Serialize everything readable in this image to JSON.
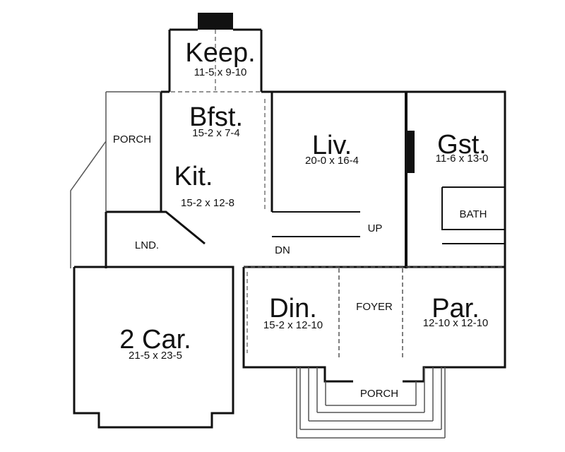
{
  "plan": {
    "rooms": {
      "keep": {
        "name": "Keep.",
        "dims": "11-5 x 9-10"
      },
      "bfst": {
        "name": "Bfst.",
        "dims": "15-2 x 7-4"
      },
      "kit": {
        "name": "Kit.",
        "dims": "15-2 x 12-8"
      },
      "liv": {
        "name": "Liv.",
        "dims": "20-0 x 16-4"
      },
      "gst": {
        "name": "Gst.",
        "dims": "11-6 x 13-0"
      },
      "din": {
        "name": "Din.",
        "dims": "15-2 x 12-10"
      },
      "par": {
        "name": "Par.",
        "dims": "12-10 x 12-10"
      },
      "garage": {
        "name": "2 Car.",
        "dims": "21-5 x 23-5"
      }
    },
    "labels": {
      "porch_side": "PORCH",
      "porch_front": "PORCH",
      "foyer": "FOYER",
      "bath": "BATH",
      "laundry": "LND.",
      "stairs_up": "UP",
      "stairs_down": "DN"
    },
    "colors": {
      "wall": "#111111",
      "line": "#555555",
      "background": "#ffffff"
    }
  }
}
